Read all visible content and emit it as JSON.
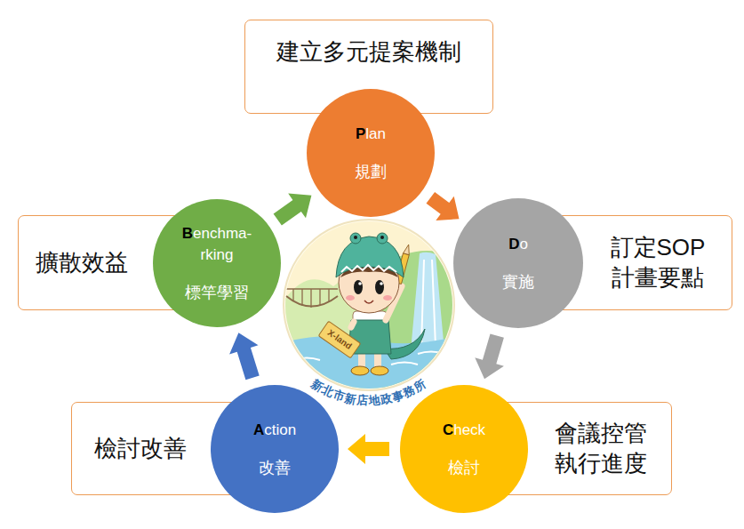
{
  "diagram": {
    "nodes": [
      {
        "text": [
          "建立多元提案機制"
        ]
      },
      {
        "text": [
          "Plan",
          "規劃"
        ]
      },
      {
        "text": [
          "Do",
          "實施"
        ]
      },
      {
        "text": [
          "訂定SOP 計畫要點"
        ]
      },
      {
        "text": [
          "Check",
          "檢討"
        ]
      },
      {
        "text": [
          "會議控管 執行進度"
        ]
      },
      {
        "text": [
          "Action",
          "改善"
        ]
      },
      {
        "text": [
          "檢討改善"
        ]
      },
      {
        "text": [
          "Benchma- rking",
          "標竿學習"
        ]
      },
      {
        "text": [
          "擴散效益"
        ]
      }
    ],
    "edges": [
      {
        "from": 1,
        "to": 2,
        "arrow": "to"
      },
      {
        "from": 2,
        "to": 4,
        "arrow": "to"
      },
      {
        "from": 4,
        "to": 6,
        "arrow": "to"
      },
      {
        "from": 6,
        "to": 8,
        "arrow": "to"
      },
      {
        "from": 8,
        "to": 1,
        "arrow": "to"
      }
    ],
    "labels": [
      "新北市新店地政事務所",
      "X-land"
    ]
  }
}
